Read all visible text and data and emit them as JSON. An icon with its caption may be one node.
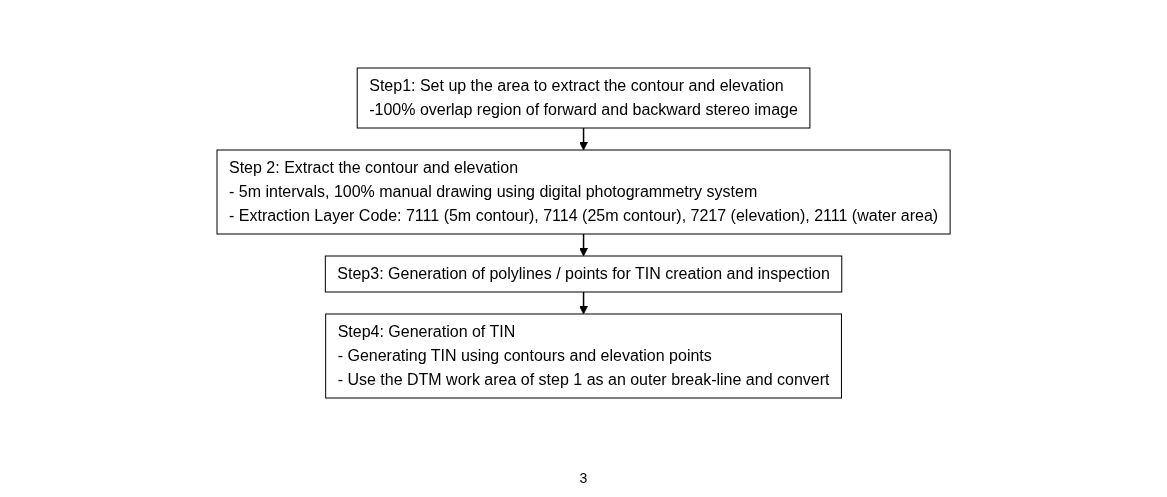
{
  "diagram": {
    "nodes": [
      {
        "text": [
          "Step1: Set up the area to extract the contour and elevation",
          "-100% overlap region of forward and backward stereo image"
        ]
      },
      {
        "text": [
          "Step 2: Extract the contour and elevation",
          "- 5m intervals, 100% manual drawing using digital photogrammetry system",
          "- Extraction Layer Code: 7111 (5m contour), 7114 (25m contour), 7217 (elevation), 2111 (water area)"
        ]
      },
      {
        "text": [
          "Step3: Generation of polylines / points for TIN creation and inspection"
        ]
      },
      {
        "text": [
          "Step4: Generation of TIN",
          "- Generating TIN using contours and elevation points",
          "- Use the DTM work area of step 1 as an outer break-line and convert"
        ]
      }
    ],
    "edges": [
      {
        "from": 0,
        "to": 1,
        "arrow": "to"
      },
      {
        "from": 1,
        "to": 2,
        "arrow": "to"
      },
      {
        "from": 2,
        "to": 3,
        "arrow": "to"
      }
    ],
    "labels": [
      "3"
    ]
  }
}
